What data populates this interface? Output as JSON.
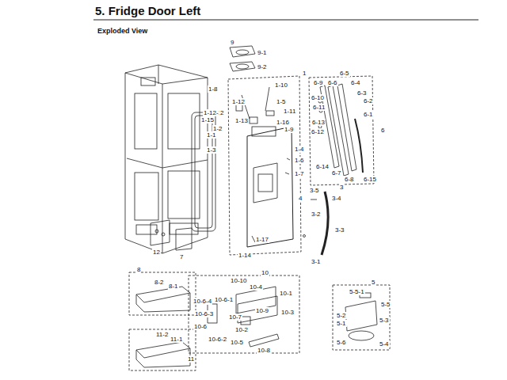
{
  "diagram": {
    "title": "5.  Fridge Door Left",
    "labels": [
      "Exploded View",
      "9",
      "9-1",
      "9-2",
      "1",
      "1-8",
      "1-10",
      "1-12",
      "1-5",
      "1-12-1",
      "1-11",
      "1-15",
      "2",
      "1-13",
      "1-16",
      "1-2",
      "1-9",
      "1-1",
      "1-3",
      "1-4",
      "1-6",
      "1-7",
      "6-5",
      "6-9",
      "6-6",
      "6-4",
      "6-10",
      "6-3",
      "6-11",
      "6-2",
      "6-1",
      "6-13",
      "6-12",
      "6",
      "6-14",
      "6-7",
      "6-8",
      "6-15",
      "3",
      "3-5",
      "4",
      "3-4",
      "3-2",
      "3-3",
      "3-1",
      "12",
      "7",
      "1-17",
      "1-14",
      "8",
      "8-2",
      "8-1",
      "10",
      "10-10",
      "10-4",
      "10-1",
      "10-9",
      "10-6-1",
      "10-6-4",
      "10-6-3",
      "10-3",
      "10-6",
      "10-7",
      "10-2",
      "10-6-2",
      "10-5",
      "10-8",
      "5",
      "5-5-1",
      "5-5",
      "5-2",
      "5-1",
      "5-3",
      "5-6",
      "5-4",
      "11-2",
      "11-1",
      "11"
    ]
  }
}
